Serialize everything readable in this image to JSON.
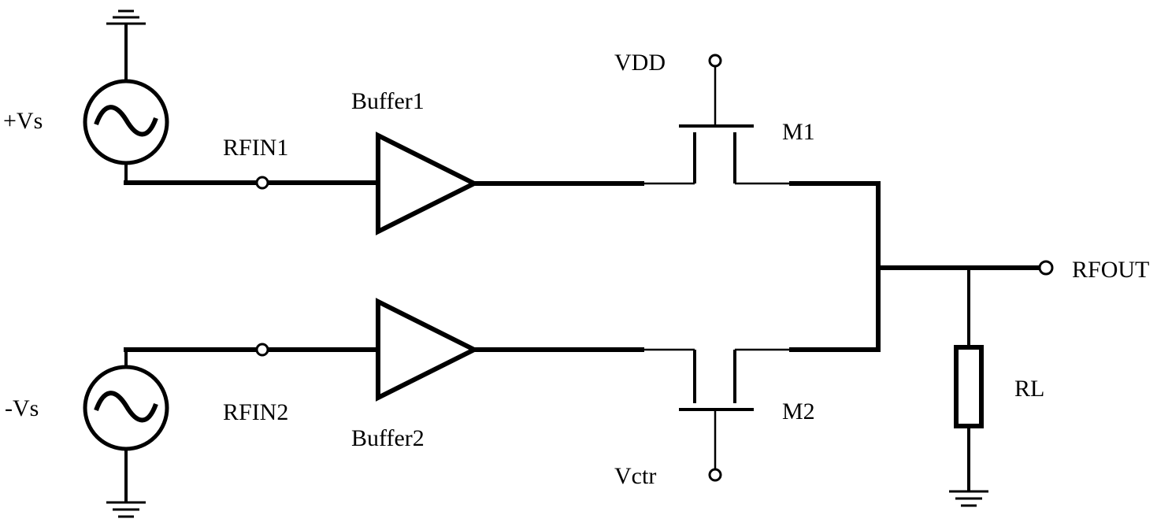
{
  "labels": {
    "vs_pos": "+Vs",
    "vs_neg": "-Vs",
    "rfin1": "RFIN1",
    "rfin2": "RFIN2",
    "buffer1": "Buffer1",
    "buffer2": "Buffer2",
    "vdd": "VDD",
    "vctr": "Vctr",
    "m1": "M1",
    "m2": "M2",
    "rfout": "RFOUT",
    "rl": "RL"
  },
  "icons": {
    "ac_source": "sine-wave-in-circle",
    "ground": "ground-symbol",
    "buffer": "triangle-amplifier",
    "transistor": "mosfet",
    "resistor": "rectangle-resistor",
    "terminal": "open-circle-node"
  }
}
